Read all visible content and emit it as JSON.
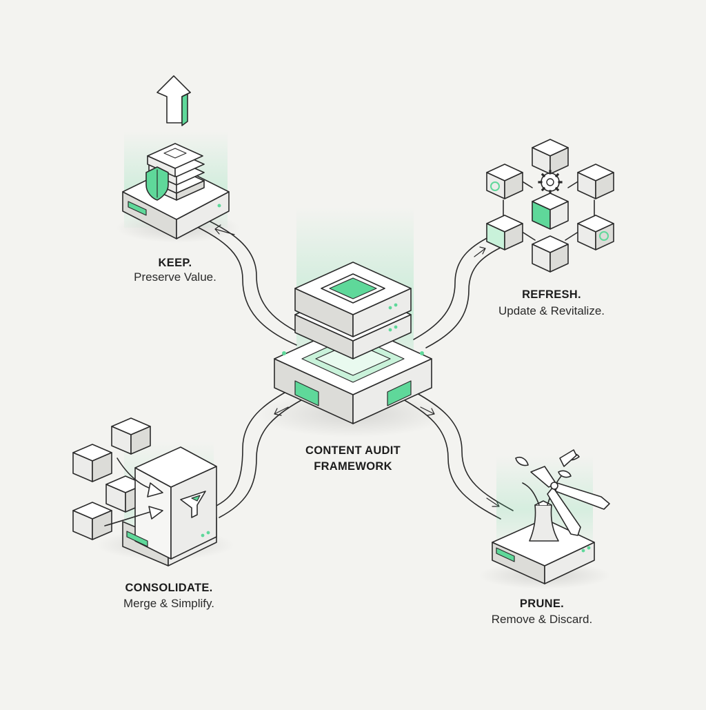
{
  "center": {
    "title_line1": "CONTENT AUDIT",
    "title_line2": "FRAMEWORK"
  },
  "nodes": [
    {
      "id": "keep",
      "title": "KEEP.",
      "subtitle": "Preserve Value."
    },
    {
      "id": "refresh",
      "title": "REFRESH.",
      "subtitle": "Update & Revitalize."
    },
    {
      "id": "consolidate",
      "title": "CONSOLIDATE.",
      "subtitle": "Merge & Simplify."
    },
    {
      "id": "prune",
      "title": "PRUNE.",
      "subtitle": "Remove & Discard."
    }
  ],
  "colors": {
    "background": "#f3f3f0",
    "accent": "#5fd89a",
    "accent_light": "#c9f2da",
    "line": "#2a2a2a",
    "face_top": "#ffffff",
    "face_left": "#ececea",
    "face_right": "#dcdcd8"
  }
}
